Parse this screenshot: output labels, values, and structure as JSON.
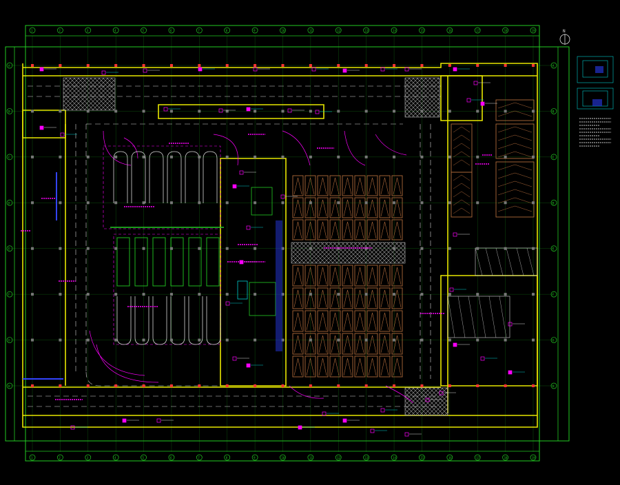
{
  "drawing": {
    "north_marker": "N",
    "column_grid_top": [
      "1",
      "2",
      "3",
      "4",
      "5",
      "6",
      "7",
      "8",
      "9",
      "10",
      "11",
      "12",
      "13",
      "14",
      "15",
      "16",
      "17",
      "18",
      "19"
    ],
    "column_grid_bottom": [
      "1",
      "2",
      "3",
      "4",
      "5",
      "6",
      "7",
      "8",
      "9",
      "10",
      "11",
      "12",
      "13",
      "14",
      "15",
      "16",
      "17",
      "18",
      "19"
    ],
    "row_grid_left": [
      "A",
      "B",
      "C",
      "D",
      "E",
      "F",
      "G",
      "H"
    ],
    "row_grid_right": [
      "A",
      "B",
      "C",
      "D",
      "E",
      "F",
      "G",
      "H"
    ]
  },
  "colors": {
    "background": "#000000",
    "axis_green": "#22cc22",
    "wall_yellow": "#e8e800",
    "annotation_magenta": "#ff00ff",
    "lane_white": "#d8d8d8",
    "parking_orange": "#b06a3a",
    "hatch_gray": "#8a8a8a",
    "service_cyan": "#00cccc",
    "column_red": "#ff3333",
    "accent_blue": "#3344ff"
  },
  "legend": {
    "panels": [
      {
        "name": "key-plan-1"
      },
      {
        "name": "key-plan-2"
      }
    ],
    "notes_lines": 9
  }
}
